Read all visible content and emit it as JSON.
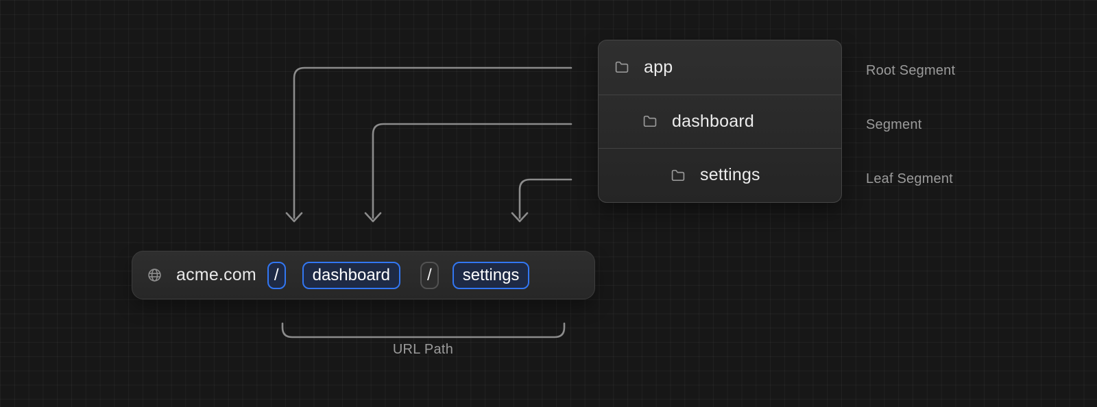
{
  "diagram": {
    "file_tree": {
      "rows": [
        {
          "name": "app",
          "icon": "folder-icon",
          "annotation": "Root Segment"
        },
        {
          "name": "dashboard",
          "icon": "folder-icon",
          "annotation": "Segment"
        },
        {
          "name": "settings",
          "icon": "folder-icon",
          "annotation": "Leaf Segment"
        }
      ]
    },
    "url_bar": {
      "site_icon": "globe-icon",
      "domain": "acme.com",
      "segments": [
        {
          "text": "/",
          "highlight": "blue"
        },
        {
          "text": "dashboard",
          "highlight": "blue"
        },
        {
          "text": "/",
          "highlight": "gray"
        },
        {
          "text": "settings",
          "highlight": "blue"
        }
      ]
    },
    "bracket": {
      "label": "URL Path"
    },
    "colors": {
      "background": "#171717",
      "panel_top": "#2f2f2f",
      "panel_bottom": "#252525",
      "accent_blue": "#3277f3",
      "segment_bg": "#1e2a45",
      "muted_border": "#525252",
      "line_gray": "#8c8c8c",
      "label_gray": "#9b9b9b",
      "text_light": "#ececec"
    }
  }
}
